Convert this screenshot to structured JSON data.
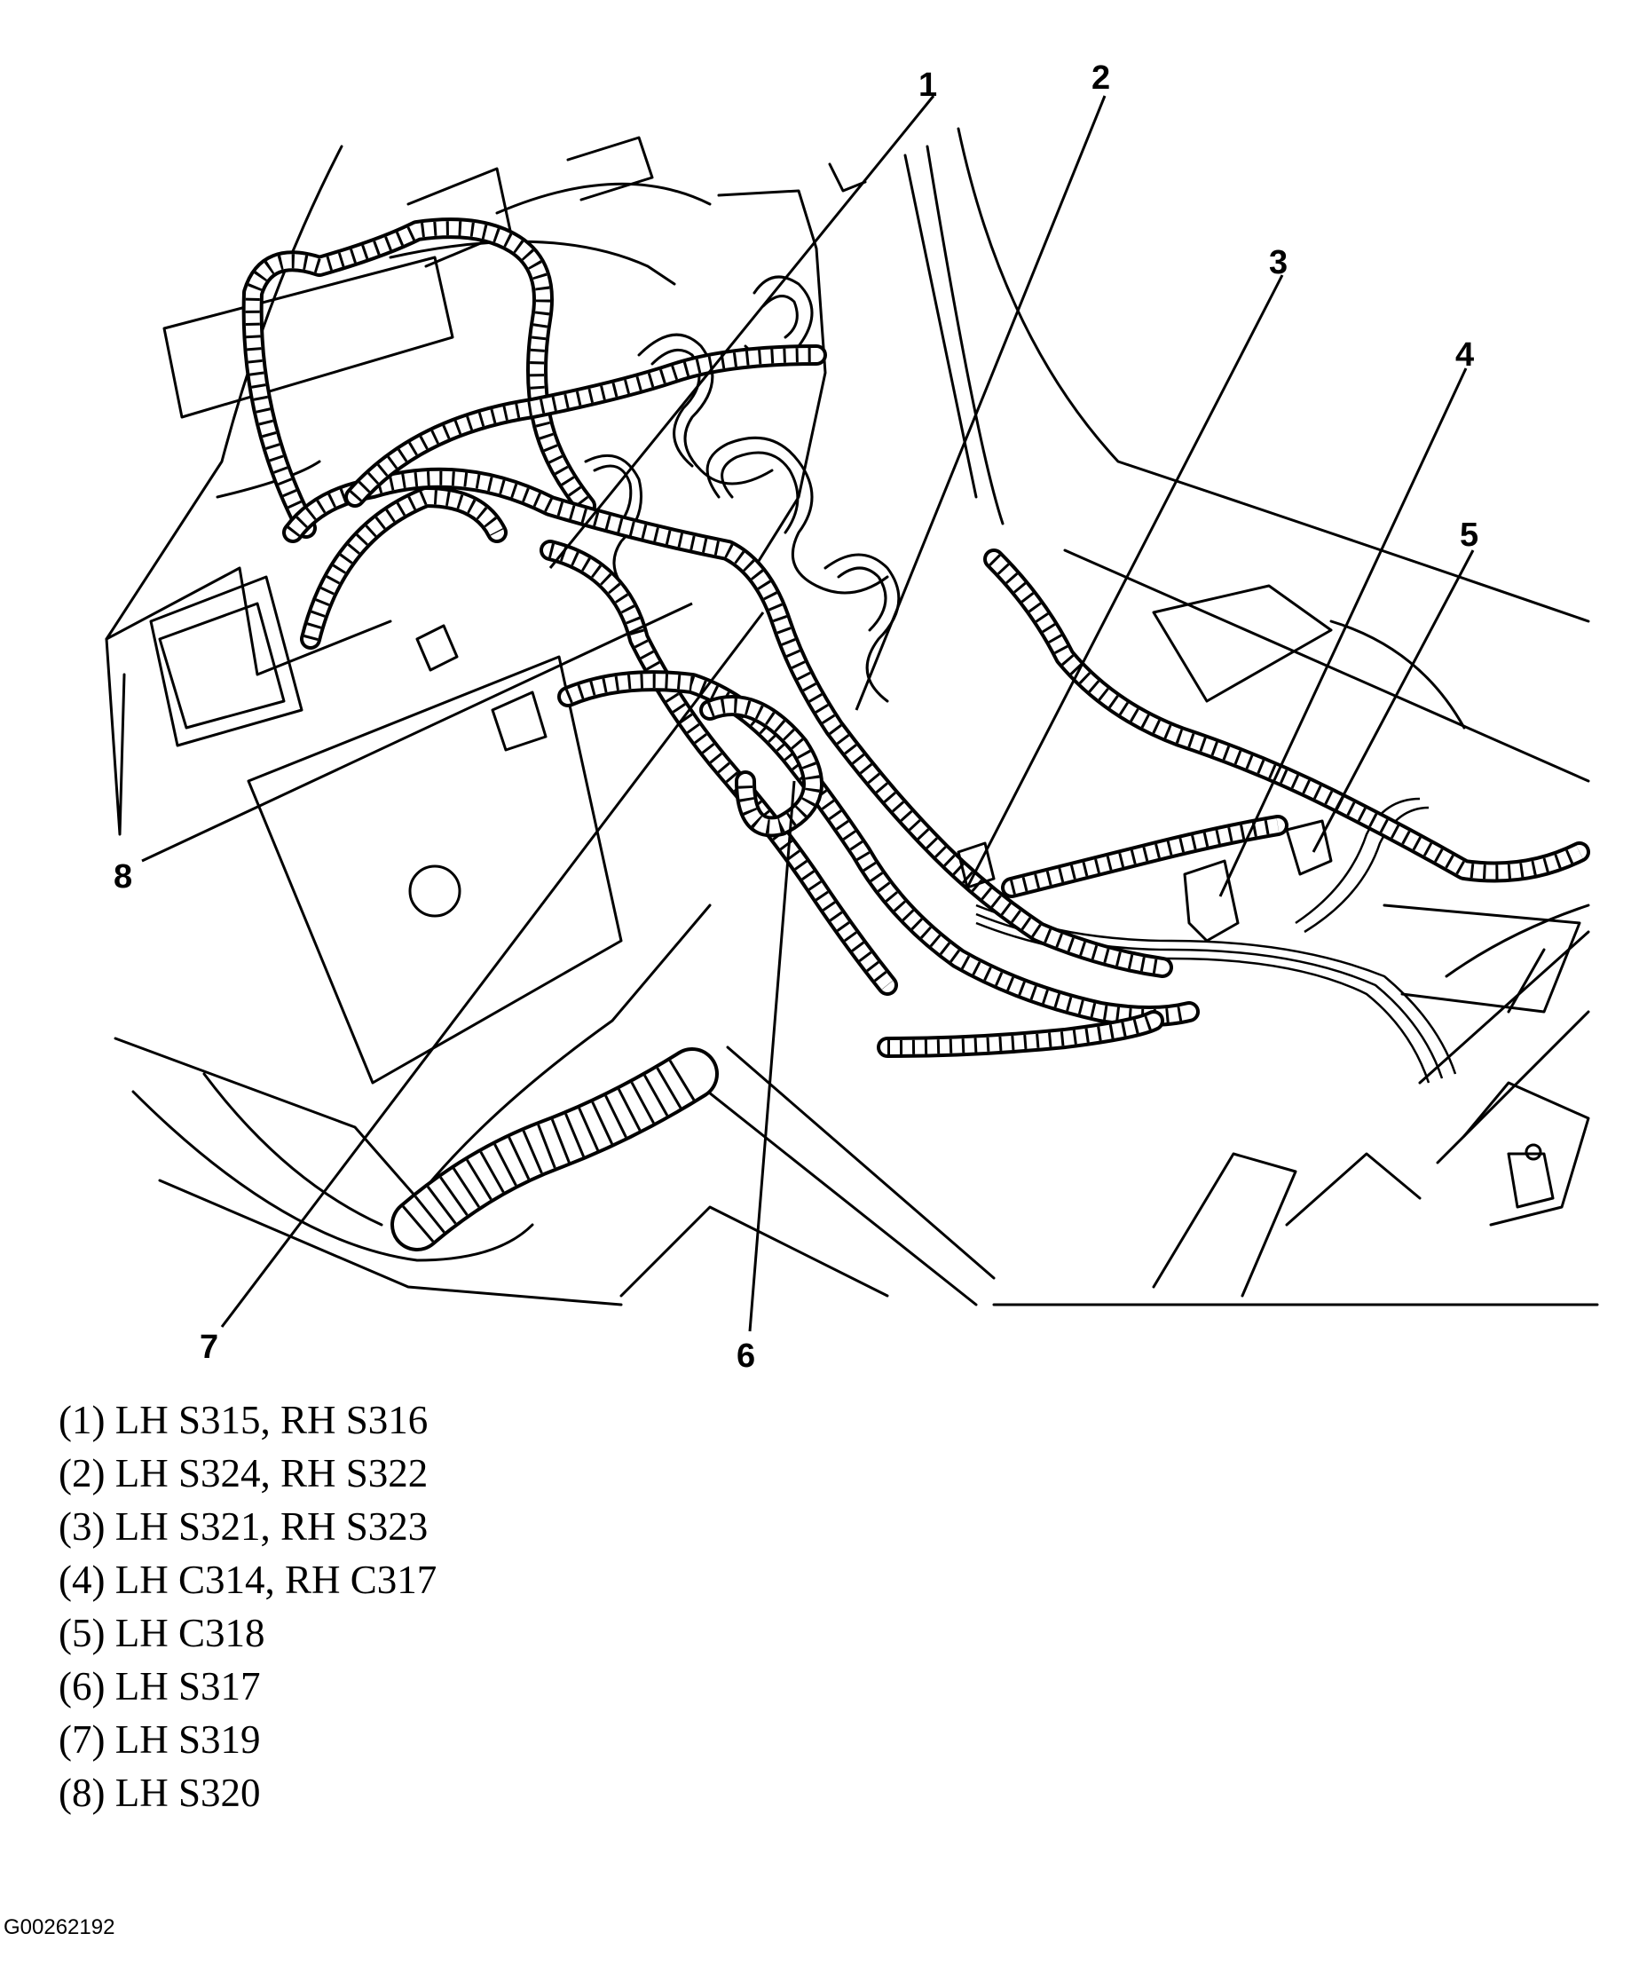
{
  "callouts": [
    {
      "num": "1",
      "text": "(1) LH S315, RH S316"
    },
    {
      "num": "2",
      "text": "(2) LH S324, RH S322"
    },
    {
      "num": "3",
      "text": "(3) LH S321, RH S323"
    },
    {
      "num": "4",
      "text": "(4) LH C314, RH C317"
    },
    {
      "num": "5",
      "text": "(5) LH C318"
    },
    {
      "num": "6",
      "text": "(6) LH S317"
    },
    {
      "num": "7",
      "text": "(7) LH S319"
    },
    {
      "num": "8",
      "text": "(8) LH S320"
    }
  ],
  "figure_id": "G00262192"
}
